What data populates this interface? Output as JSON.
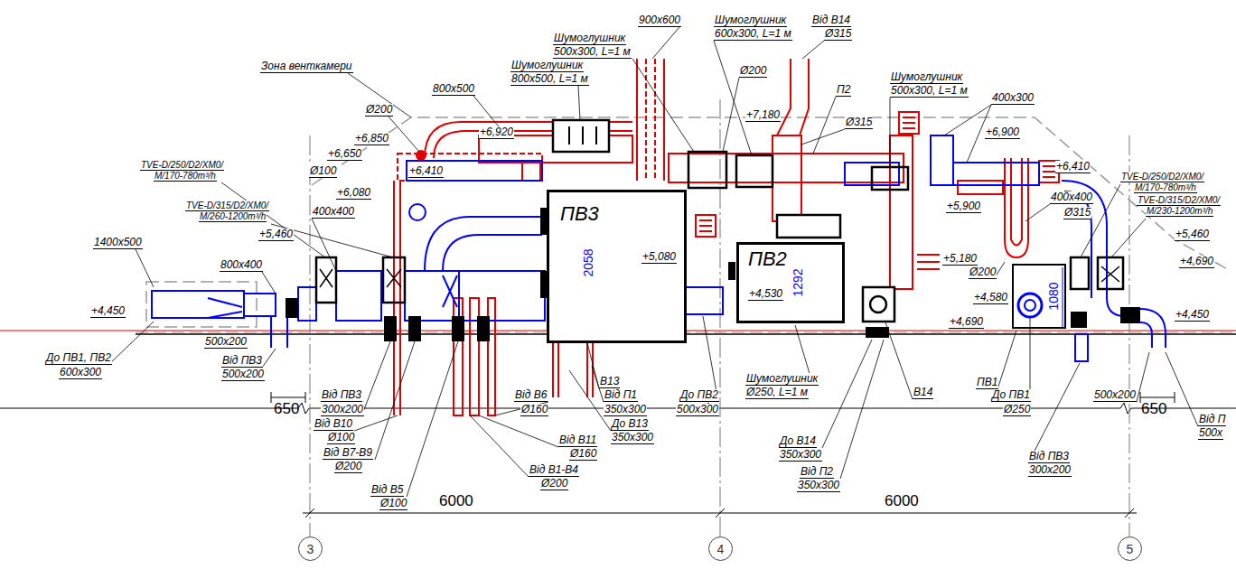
{
  "diagram": {
    "nodes": [
      {
        "text": [
          "ПВ3",
          "2058"
        ]
      },
      {
        "text": [
          "ПВ2",
          "1292"
        ]
      },
      {
        "text": [
          "1080"
        ]
      },
      {
        "text": [
          "3"
        ]
      },
      {
        "text": [
          "4"
        ]
      },
      {
        "text": [
          "5"
        ]
      }
    ],
    "labels": [
      "900x600",
      "Шумоглушник",
      "600x300, L=1 м",
      "Від В14",
      "Ø315",
      "Шумоглушник",
      "500x300, L=1 м",
      "Шумоглушник",
      "800x500, L=1 м",
      "Зона венткамери",
      "Ø200",
      "Шумоглушник",
      "500x300, L=1 м",
      "800x500",
      "П2",
      "400x300",
      "Ø200",
      "+7,180",
      "Ø315",
      "+6,920",
      "+6,900",
      "+6,850",
      "+6,650",
      "TVE-D/250/D2/XM0/",
      "M/170-780m³/h",
      "+6,410",
      "Ø100",
      "+6,410",
      "TVE-D/250/D2/XM0/",
      "M/170-780m³/h",
      "+6,080",
      "400x400",
      "TVE-D/315/D2/XM0/",
      "M/260-1200m³/h",
      "+5,900",
      "TVE-D/315/D2/XM0/",
      "M/230-1200m³/h",
      "400x400",
      "Ø315",
      "+5,460",
      "+5,460",
      "1400x500",
      "+5,080",
      "+5,180",
      "+4,690",
      "800x400",
      "Ø200",
      "+4,580",
      "+4,530",
      "+4,450",
      "+4,690",
      "+4,450",
      "500x200",
      "До ПВ1, ПВ2",
      "600x300",
      "Від ПВ3",
      "500x200",
      "В13",
      "ПВ1",
      "Шумоглушник",
      "Ø250, L=1 м",
      "В14",
      "Від ПВ3",
      "300x200",
      "Від В6",
      "Ø160",
      "Від П1",
      "350x300",
      "До ПВ2",
      "500x300",
      "До ПВ1",
      "Ø250",
      "500x200",
      "650",
      "650",
      "Від В10",
      "Ø100",
      "Від П",
      "500x",
      "До В13",
      "350x300",
      "Від В11",
      "Ø160",
      "До В14",
      "350x300",
      "Від В7-В9",
      "Ø200",
      "Від ПВ3",
      "300x200",
      "Від В1-В4",
      "Ø200",
      "Від П2",
      "350x300",
      "Від В5",
      "Ø100",
      "6000",
      "6000"
    ]
  }
}
